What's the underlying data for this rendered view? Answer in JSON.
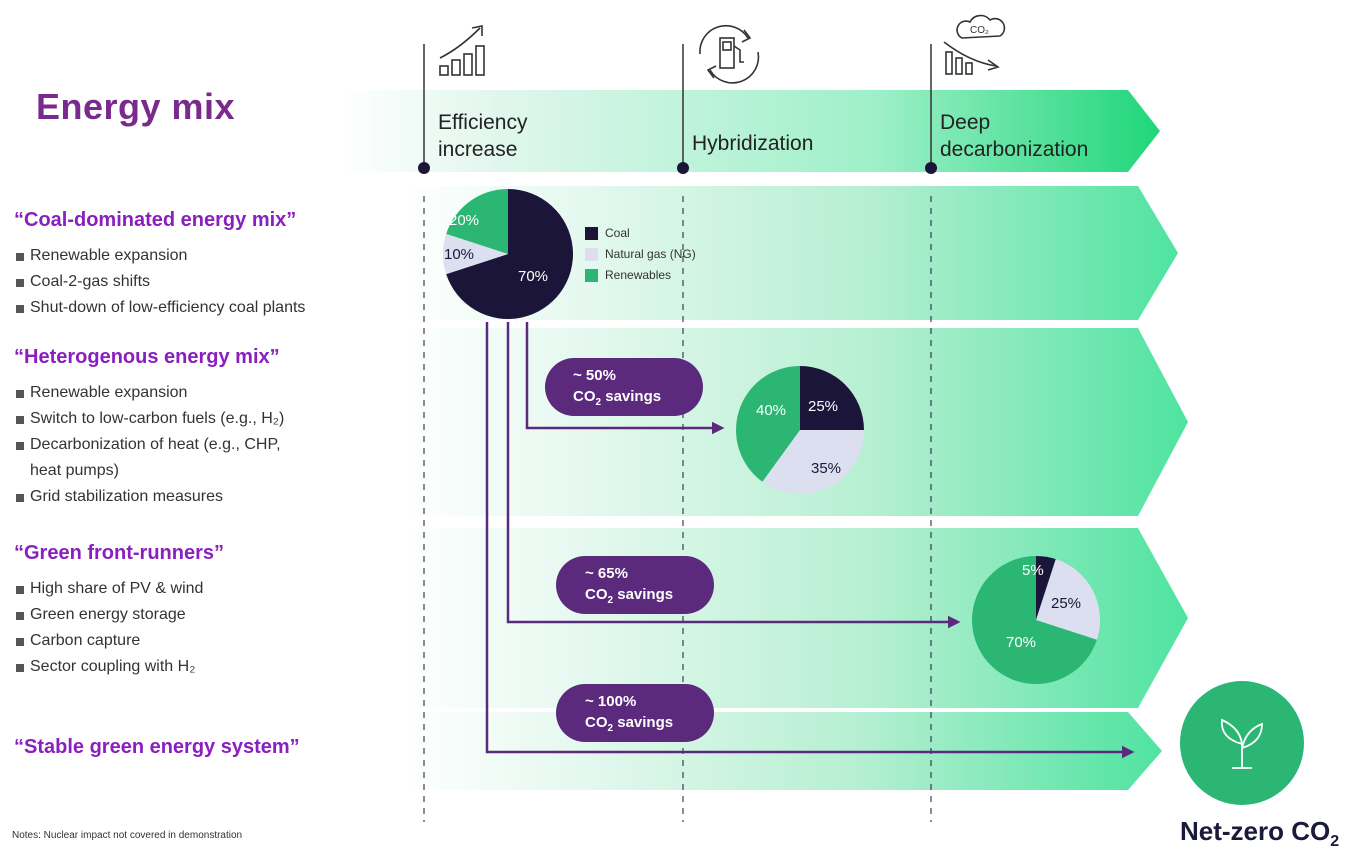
{
  "title": "Energy mix",
  "stages": [
    {
      "line1": "Efficiency",
      "line2": "increase",
      "icon": "efficiency-growth-icon"
    },
    {
      "line1": "Hybridization",
      "line2": "",
      "icon": "fuel-cycle-icon"
    },
    {
      "line1": "Deep",
      "line2": "decarbonization",
      "icon": "co2-decline-icon"
    }
  ],
  "scenarios": [
    {
      "title": "“Coal-dominated energy mix”",
      "bullets": [
        "Renewable expansion",
        "Coal-2-gas shifts",
        "Shut-down of low-efficiency coal plants"
      ]
    },
    {
      "title": "“Heterogenous energy mix”",
      "bullets": [
        "Renewable expansion",
        "Switch to low-carbon fuels (e.g., H₂)",
        "Decarbonization of heat (e.g., CHP,",
        "heat pumps)",
        "Grid stabilization measures"
      ]
    },
    {
      "title": "“Green front-runners”",
      "bullets": [
        "High share of PV & wind",
        "Green energy storage",
        "Carbon capture",
        "Sector coupling with H₂"
      ]
    },
    {
      "title": "“Stable green energy system”",
      "bullets": []
    }
  ],
  "legend": [
    "Coal",
    "Natural gas (NG)",
    "Renewables"
  ],
  "colors": {
    "coal": "#1b1639",
    "gas": "#dcdff0",
    "renewables": "#2bb673",
    "purple": "#5b2a7d",
    "title": "#7a2a8c",
    "accent": "#8a1fbf"
  },
  "pies": [
    {
      "coal": 70,
      "gas": 10,
      "renewables": 20,
      "labels": {
        "coal": "70%",
        "gas": "10%",
        "renewables": "20%"
      }
    },
    {
      "coal": 25,
      "gas": 35,
      "renewables": 40,
      "labels": {
        "coal": "25%",
        "gas": "35%",
        "renewables": "40%"
      }
    },
    {
      "coal": 5,
      "gas": 25,
      "renewables": 70,
      "labels": {
        "coal": "5%",
        "gas": "25%",
        "renewables": "70%"
      }
    }
  ],
  "savings": [
    {
      "amount": "~ 50%",
      "co2": "CO",
      "sub": "2",
      "suffix": " savings"
    },
    {
      "amount": "~ 65%",
      "co2": "CO",
      "sub": "2",
      "suffix": " savings"
    },
    {
      "amount": "~ 100%",
      "co2": "CO",
      "sub": "2",
      "suffix": " savings"
    }
  ],
  "net_zero": {
    "text": "Net-zero CO",
    "sub": "2",
    "icon": "plant-sprout-icon"
  },
  "notes": "Notes:  Nuclear impact not covered in demonstration"
}
